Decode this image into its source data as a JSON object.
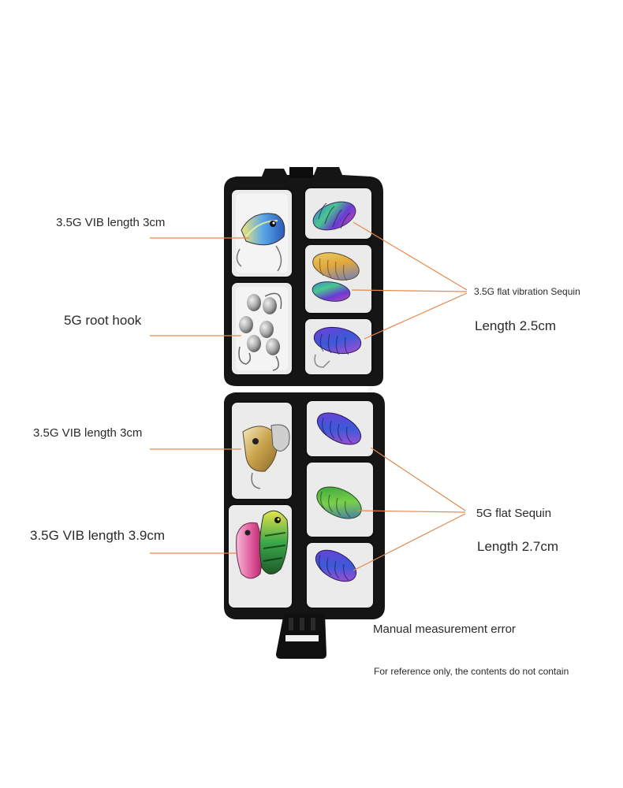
{
  "labels": {
    "left_top_vib": "3.5G VIB length 3cm",
    "left_root_hook": "5G root hook",
    "left_vib_mid": "3.5G VIB length 3cm",
    "left_vib_bottom": "3.5G VIB length 3.9cm",
    "right_flat_vibration": "3.5G flat vibration Sequin",
    "right_length_top": "Length 2.5cm",
    "right_flat_sequin": "5G flat Sequin",
    "right_length_bottom": "Length 2.7cm",
    "note_error": "Manual measurement error",
    "note_reference": "For reference only, the contents do not contain"
  },
  "colors": {
    "leader_line": "#e8874a",
    "case_body": "#141414",
    "compartment": "#ececec"
  }
}
